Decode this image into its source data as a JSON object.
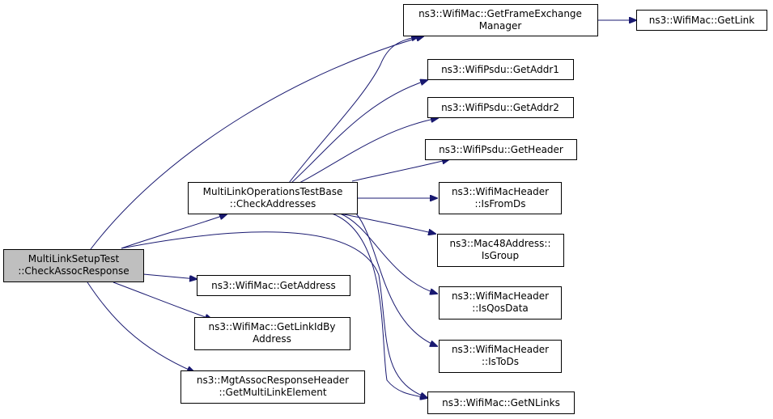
{
  "graph": {
    "edge_color": "#191970",
    "root_fill": "#bfbfbf",
    "nodes": {
      "check_assoc_response": [
        "MultiLinkSetupTest",
        "::CheckAssocResponse"
      ],
      "check_addresses": [
        "MultiLinkOperationsTestBase",
        "::CheckAddresses"
      ],
      "get_address": [
        "ns3::WifiMac::GetAddress"
      ],
      "get_link_id_by_address": [
        "ns3::WifiMac::GetLinkIdBy",
        "Address"
      ],
      "get_multi_link_element": [
        "ns3::MgtAssocResponseHeader",
        "::GetMultiLinkElement"
      ],
      "get_frame_exchange_manager": [
        "ns3::WifiMac::GetFrameExchange",
        "Manager"
      ],
      "get_link": [
        "ns3::WifiMac::GetLink"
      ],
      "get_addr1": [
        "ns3::WifiPsdu::GetAddr1"
      ],
      "get_addr2": [
        "ns3::WifiPsdu::GetAddr2"
      ],
      "get_header": [
        "ns3::WifiPsdu::GetHeader"
      ],
      "is_from_ds": [
        "ns3::WifiMacHeader",
        "::IsFromDs"
      ],
      "is_group": [
        "ns3::Mac48Address::",
        "IsGroup"
      ],
      "is_qos_data": [
        "ns3::WifiMacHeader",
        "::IsQosData"
      ],
      "is_to_ds": [
        "ns3::WifiMacHeader",
        "::IsToDs"
      ],
      "get_n_links": [
        "ns3::WifiMac::GetNLinks"
      ]
    },
    "edges": [
      [
        "check_assoc_response",
        "check_addresses"
      ],
      [
        "check_assoc_response",
        "get_address"
      ],
      [
        "check_assoc_response",
        "get_link_id_by_address"
      ],
      [
        "check_assoc_response",
        "get_multi_link_element"
      ],
      [
        "check_assoc_response",
        "get_frame_exchange_manager"
      ],
      [
        "check_assoc_response",
        "get_n_links"
      ],
      [
        "check_addresses",
        "get_frame_exchange_manager"
      ],
      [
        "check_addresses",
        "get_addr1"
      ],
      [
        "check_addresses",
        "get_addr2"
      ],
      [
        "check_addresses",
        "get_header"
      ],
      [
        "check_addresses",
        "is_from_ds"
      ],
      [
        "check_addresses",
        "is_group"
      ],
      [
        "check_addresses",
        "is_qos_data"
      ],
      [
        "check_addresses",
        "is_to_ds"
      ],
      [
        "check_addresses",
        "get_n_links"
      ],
      [
        "get_frame_exchange_manager",
        "get_link"
      ]
    ]
  }
}
